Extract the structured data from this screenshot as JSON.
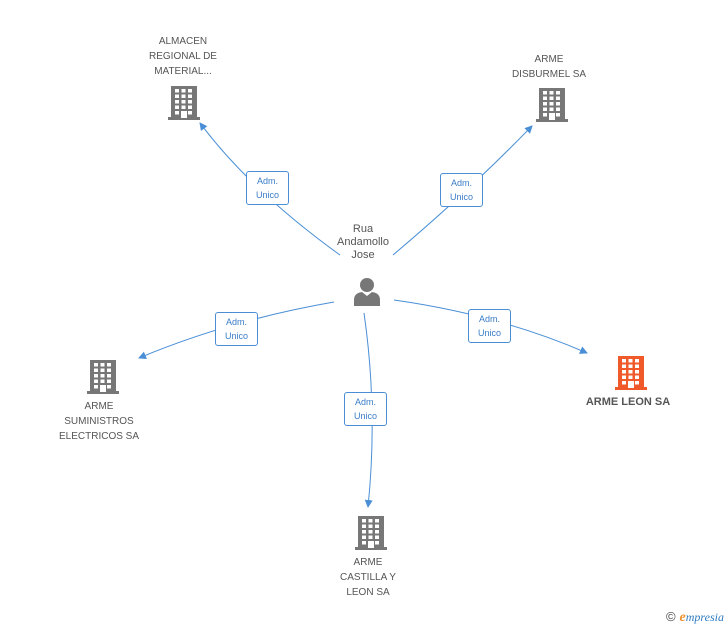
{
  "colors": {
    "edge": "#4a8fd6",
    "building": "#777777",
    "highlight": "#f05a2a",
    "person": "#777777"
  },
  "person": {
    "name": "Rua\nAndamollo\nJose",
    "icon": "person-icon"
  },
  "nodes": [
    {
      "id": "almacen",
      "label": "ALMACEN\nREGIONAL DE\nMATERIAL...",
      "icon": "building-icon"
    },
    {
      "id": "disburmel",
      "label": "ARME\nDISBURMEL SA",
      "icon": "building-icon"
    },
    {
      "id": "leon",
      "label": "ARME LEON SA",
      "icon": "building-icon",
      "highlight": true
    },
    {
      "id": "castilla",
      "label": "ARME\nCASTILLA Y\nLEON SA",
      "icon": "building-icon"
    },
    {
      "id": "suministros",
      "label": "ARME\nSUMINISTROS\nELECTRICOS SA",
      "icon": "building-icon"
    }
  ],
  "edges": [
    {
      "to": "almacen",
      "label": "Adm.\nUnico"
    },
    {
      "to": "disburmel",
      "label": "Adm.\nUnico"
    },
    {
      "to": "leon",
      "label": "Adm.\nUnico"
    },
    {
      "to": "castilla",
      "label": "Adm.\nUnico"
    },
    {
      "to": "suministros",
      "label": "Adm.\nUnico"
    }
  ],
  "footer": {
    "copyright": "©",
    "brand_initial": "e",
    "brand_rest": "mpresia"
  }
}
